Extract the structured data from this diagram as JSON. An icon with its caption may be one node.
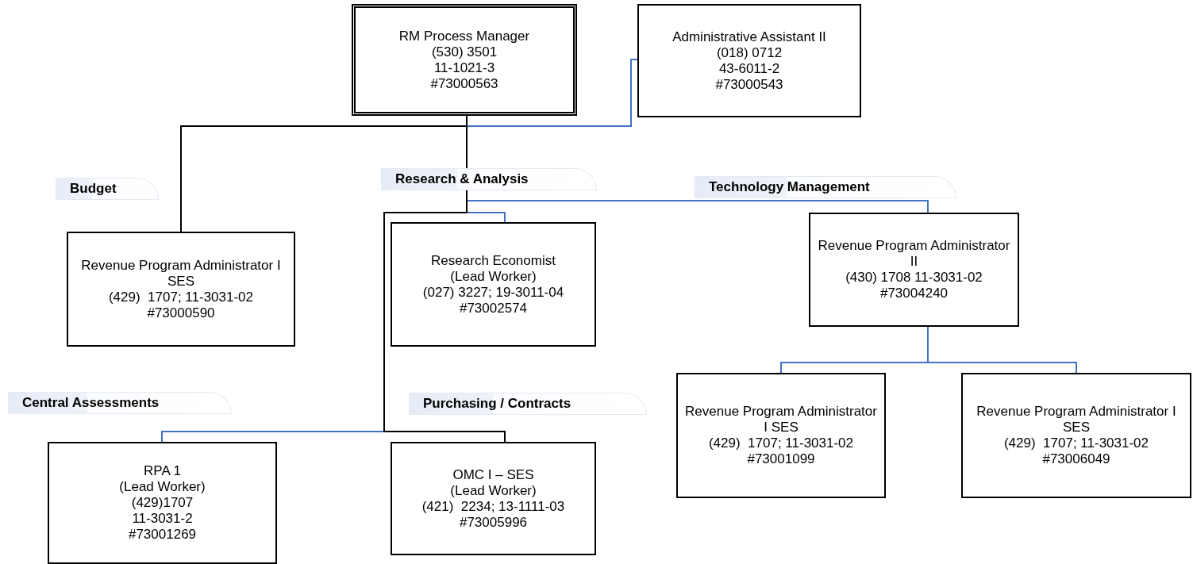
{
  "diagram": {
    "nodes": [
      {
        "text": [
          "RM Process Manager",
          "(530) 3501",
          "11-1021-3",
          "#73000563"
        ]
      },
      {
        "text": [
          "Administrative Assistant II",
          "(018) 0712",
          "43-6011-2",
          "#73000543"
        ]
      },
      {
        "text": [
          "Revenue Program Administrator I SES",
          "(429)  1707; 11-3031-02",
          "#73000590"
        ]
      },
      {
        "text": [
          "Research Economist",
          "(Lead Worker)",
          "(027) 3227; 19-3011-04",
          "#73002574"
        ]
      },
      {
        "text": [
          "Revenue Program Administrator II",
          "(430) 1708 11-3031-02",
          "#73004240"
        ]
      },
      {
        "text": [
          "RPA 1",
          "(Lead Worker)",
          "(429)1707",
          "11-3031-2",
          "#73001269"
        ]
      },
      {
        "text": [
          "OMC I – SES",
          "(Lead Worker)",
          "(421)  2234; 13-1111-03",
          "#73005996"
        ]
      },
      {
        "text": [
          "Revenue Program Administrator I SES",
          "(429)  1707; 11-3031-02",
          "#73001099"
        ]
      },
      {
        "text": [
          "Revenue Program Administrator I SES",
          "(429)  1707; 11-3031-02",
          "#73006049"
        ]
      }
    ],
    "edges": [
      {
        "from": 0,
        "to": 1,
        "arrow": "none"
      },
      {
        "from": 0,
        "to": 2,
        "arrow": "none",
        "color": "#000000"
      },
      {
        "from": 0,
        "to": 3,
        "arrow": "none"
      },
      {
        "from": 0,
        "to": 4,
        "arrow": "none"
      },
      {
        "from": 0,
        "to": 5,
        "arrow": "none"
      },
      {
        "from": 0,
        "to": 6,
        "arrow": "none",
        "color": "#000000"
      },
      {
        "from": 4,
        "to": 7,
        "arrow": "none"
      },
      {
        "from": 4,
        "to": 8,
        "arrow": "none"
      }
    ],
    "labels": [
      "Budget",
      "Research & Analysis",
      "Technology Management",
      "Central Assessments",
      "Purchasing / Contracts"
    ]
  }
}
